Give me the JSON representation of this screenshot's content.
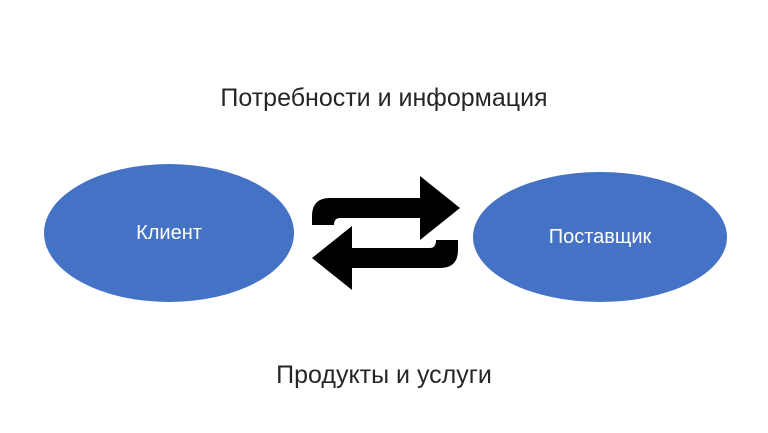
{
  "top_caption": "Потребности и информация",
  "bottom_caption": "Продукты и услуги",
  "nodes": {
    "client": {
      "label": "Клиент"
    },
    "supplier": {
      "label": "Поставщик"
    }
  },
  "colors": {
    "node_fill": "#4472c4",
    "node_text": "#ffffff",
    "caption_text": "#262626",
    "arrow_fill": "#000000"
  },
  "icons": {
    "exchange": "exchange-arrows-icon"
  }
}
